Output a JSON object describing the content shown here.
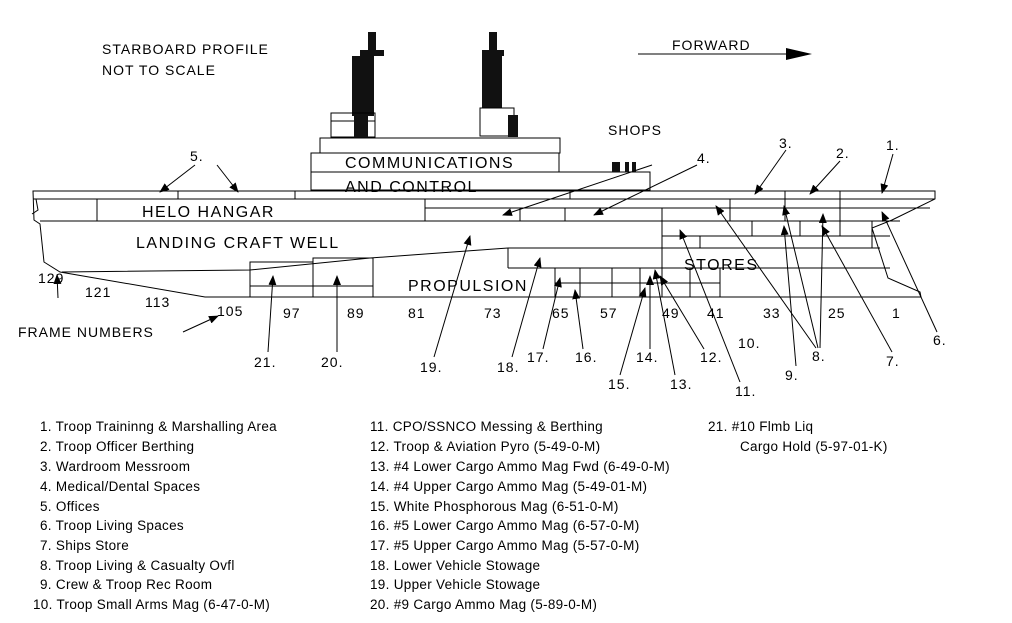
{
  "header": {
    "profile_line1": "STARBOARD PROFILE",
    "profile_line2": "NOT TO SCALE",
    "forward": "FORWARD"
  },
  "spaces": {
    "communications": "COMMUNICATIONS",
    "and_control": "AND CONTROL",
    "helo_hangar": "HELO HANGAR",
    "landing_craft_well": "LANDING CRAFT WELL",
    "propulsion": "PROPULSION",
    "stores": "STORES",
    "shops": "SHOPS",
    "frame_numbers": "FRAME NUMBERS"
  },
  "frames": [
    "129",
    "121",
    "113",
    "105",
    "97",
    "89",
    "81",
    "73",
    "65",
    "57",
    "49",
    "41",
    "33",
    "25",
    "1"
  ],
  "callouts": [
    "1.",
    "2.",
    "3.",
    "4.",
    "5.",
    "6.",
    "7.",
    "8.",
    "9.",
    "10.",
    "11.",
    "12.",
    "13.",
    "14.",
    "15.",
    "16.",
    "17.",
    "18.",
    "19.",
    "20.",
    "21."
  ],
  "legend": {
    "col1": [
      "1.  Troop Traininng & Marshalling Area",
      "2.  Troop Officer Berthing",
      "3.  Wardroom Messroom",
      "4.  Medical/Dental Spaces",
      "5.  Offices",
      "6.  Troop Living Spaces",
      "7.  Ships Store",
      "8.  Troop Living & Casualty Ovfl",
      "9.  Crew & Troop Rec Room",
      "10. Troop Small Arms Mag (6-47-0-M)"
    ],
    "col2": [
      "11.  CPO/SSNCO Messing & Berthing",
      "12.  Troop & Aviation Pyro (5-49-0-M)",
      "13.  #4 Lower Cargo Ammo Mag Fwd (6-49-0-M)",
      "14.  #4 Upper Cargo Ammo Mag (5-49-01-M)",
      "15.  White Phosphorous Mag (6-51-0-M)",
      "16.  #5 Lower Cargo Ammo Mag (6-57-0-M)",
      "17.  #5 Upper Cargo Ammo Mag (5-57-0-M)",
      "18.  Lower Vehicle Stowage",
      "19.  Upper Vehicle Stowage",
      "20.  #9 Cargo Ammo Mag (5-89-0-M)"
    ],
    "col3": [
      "21.  #10 Flmb Liq",
      "Cargo Hold (5-97-01-K)"
    ]
  }
}
